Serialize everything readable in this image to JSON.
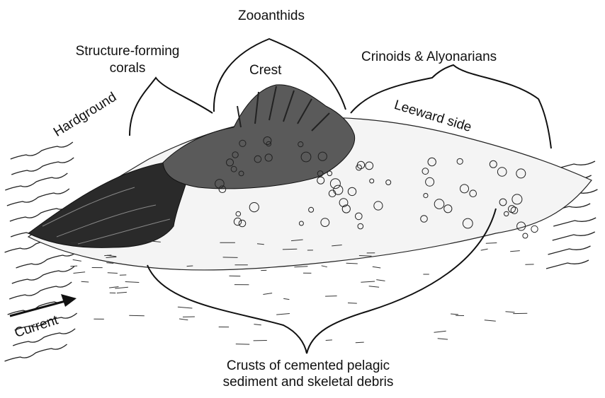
{
  "labels": {
    "zooanthids": "Zooanthids",
    "structure_forming_line1": "Structure-forming",
    "structure_forming_line2": "corals",
    "crest": "Crest",
    "crinoids": "Crinoids & Alyonarians",
    "hardground": "Hardground",
    "leeward": "Leeward side",
    "current": "Current",
    "crusts_line1": "Crusts of cemented pelagic",
    "crusts_line2": "sediment and skeletal debris"
  },
  "colors": {
    "ink": "#111111",
    "background": "#ffffff"
  },
  "icons": {
    "current_arrow": "arrow-right-icon"
  }
}
